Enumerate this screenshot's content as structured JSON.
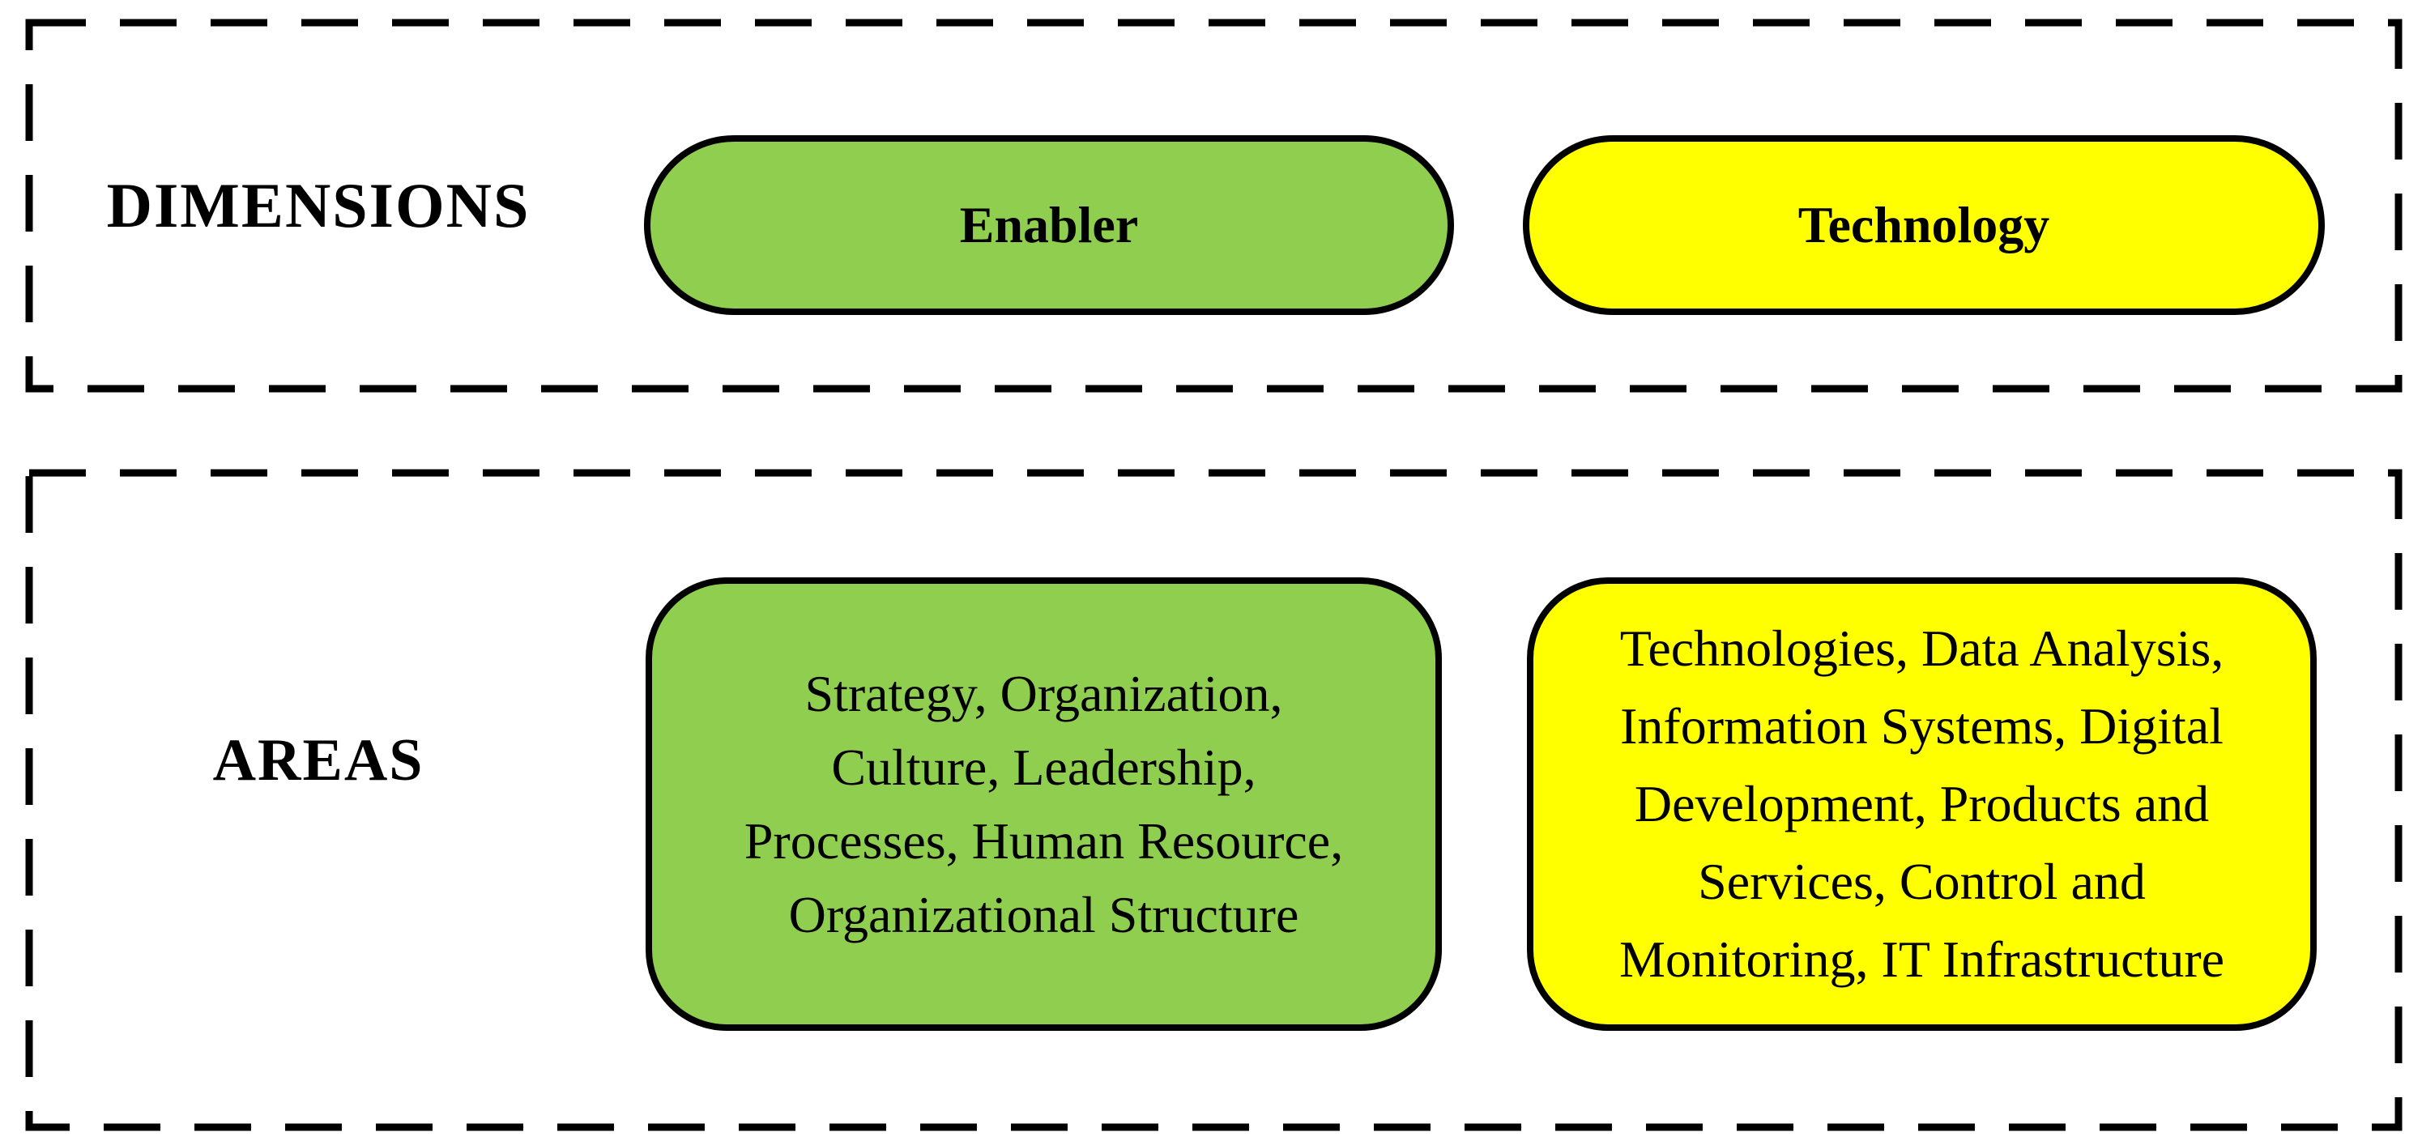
{
  "diagram": {
    "dimensions_row": {
      "label": "DIMENSIONS",
      "enabler": {
        "label": "Enabler",
        "fill_color": "#8FCE4F"
      },
      "technology": {
        "label": "Technology",
        "fill_color": "#FFFF00"
      }
    },
    "areas_row": {
      "label": "AREAS",
      "enabler": {
        "fill_color": "#8FCE4F",
        "text": "Strategy, Organization, Culture, Leadership, Processes, Human Resource, Organizational Structure",
        "lines": [
          "Strategy, Organization,",
          "Culture, Leadership,",
          "Processes, Human Resource,",
          "Organizational Structure"
        ]
      },
      "technology": {
        "fill_color": "#FFFF00",
        "text": "Technologies, Data Analysis, Information Systems, Digital Development, Products and Services, Control and Monitoring, IT Infrastructure",
        "lines": [
          "Technologies, Data Analysis,",
          "Information Systems, Digital",
          "Development, Products and",
          "Services, Control and",
          "Monitoring, IT Infrastructure"
        ]
      }
    },
    "border_style": {
      "color": "#000000",
      "pattern": "dashed"
    }
  }
}
